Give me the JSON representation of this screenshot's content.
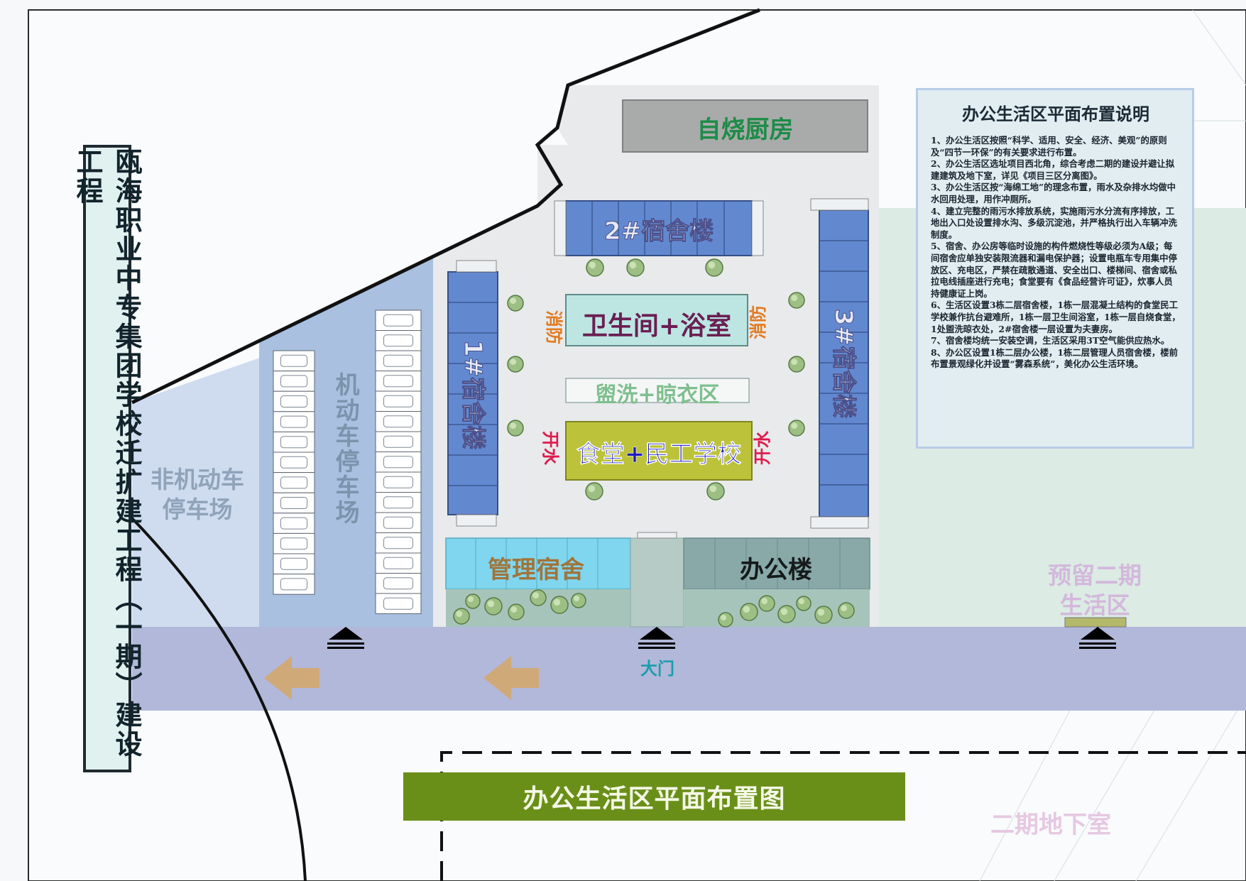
{
  "title": "瓯海职业中专集团学校迁扩建工程（一期）建设工程",
  "banner": "办公生活区平面布置图",
  "zones": {
    "kitchen": "自烧厨房",
    "dorm2": "2#宿舍楼",
    "toilet_bath": "卫生间+浴室",
    "wash_dry": "盥洗+晾衣区",
    "canteen_school": "食堂+民工学校",
    "dorm1": "1#宿舍楼",
    "dorm3": "3#宿舍楼",
    "mgmt_dorm": "管理宿舍",
    "office": "办公楼",
    "motor_parking": "机动车停车场",
    "nonmotor_parking": "非机动车停车场",
    "reserved": "预留二期生活区",
    "basement": "二期地下室",
    "gate": "大门",
    "fire_left": "消防",
    "fire_right": "消防",
    "water_left": "开水",
    "water_right": "开水"
  },
  "notes": {
    "title": "办公生活区平面布置说明",
    "items": [
      "1、办公生活区按照“科学、适用、安全、经济、美观”的原则及“四节一环保”的有关要求进行布置。",
      "2、办公生活区选址项目西北角，综合考虑二期的建设并避让拟建建筑及地下室，详见《项目三区分离图》。",
      "3、办公生活区按“海绵工地”的理念布置，雨水及杂排水均做中水回用处理，用作冲厕所。",
      "4、建立完整的雨污水排放系统，实施雨污水分流有序排放，工地出入口处设置排水沟、多级沉淀池，并严格执行出入车辆冲洗制度。",
      "5、宿舍、办公房等临时设施的构件燃烧性等级必须为A级；每间宿舍应单独安装限流器和漏电保护器；设置电瓶车专用集中停放区、充电区，严禁在疏散通道、安全出口、楼梯间、宿舍或私拉电线插座进行充电；食堂要有《食品经营许可证》，炊事人员持健康证上岗。",
      "6、生活区设置3栋二层宿舍楼，1栋一层混凝土结构的食堂民工学校兼作抗台避难所，1栋一层卫生间浴室，1栋一层自烧食堂，1处盥洗晾衣处，2#宿舍楼一层设置为夫妻房。",
      "7、宿舍楼均统一安装空调，生活区采用3T空气能供应热水。",
      "8、办公区设置1栋二层办公楼，1栋二层管理人员宿舍楼，楼前布置景观绿化并设置“雾森系统”，美化办公生活环境。"
    ]
  },
  "colors": {
    "road": "#b1b8d9",
    "camp": "#e9ebec",
    "dorm": "#6289d0",
    "canteen": "#bcc33a",
    "toilet": "#bde6e3",
    "office": "#89a9a9",
    "mgmt": "#7fd6ee",
    "banner": "#6a8f19",
    "arrow": "#d0a979"
  }
}
